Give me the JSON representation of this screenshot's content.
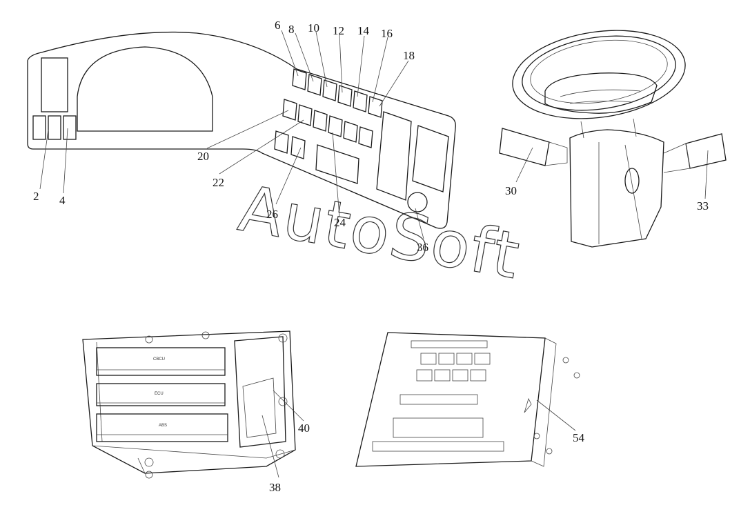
{
  "callouts": {
    "c2": "2",
    "c4": "4",
    "c6": "6",
    "c8": "8",
    "c10": "10",
    "c12": "12",
    "c14": "14",
    "c16": "16",
    "c18": "18",
    "c20": "20",
    "c22": "22",
    "c24": "24",
    "c26": "26",
    "c30": "30",
    "c33": "33",
    "c36": "36",
    "c38": "38",
    "c40": "40",
    "c54": "54"
  },
  "box_labels": {
    "cbcu": "CBCU",
    "ecu": "ECU",
    "abs": "ABS"
  },
  "watermark": "AutoSoft"
}
